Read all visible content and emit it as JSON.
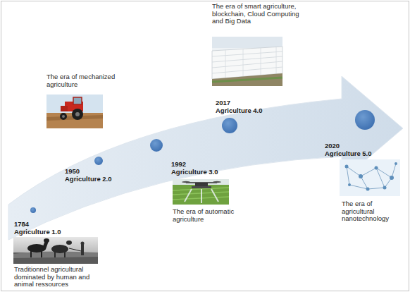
{
  "diagram": {
    "nodes": [
      {
        "text": [
          "1784",
          "Agriculture 1.0",
          "Traditionnel agricultural dominated by human and animal ressources"
        ]
      },
      {
        "text": [
          "The era of mechanized agriculture",
          "1950",
          "Agriculture 2.0"
        ]
      },
      {
        "text": [
          "1992",
          "Agriculture 3.0",
          "The era of automatic agriculture"
        ]
      },
      {
        "text": [
          "The era of smart agriculture, blockchain, Cloud Computing and Big Data",
          "2017",
          "Agriculture 4.0"
        ]
      },
      {
        "text": [
          "2020",
          "Agriculture 5.0",
          "The era of agricultural nanotechnology"
        ]
      }
    ]
  }
}
